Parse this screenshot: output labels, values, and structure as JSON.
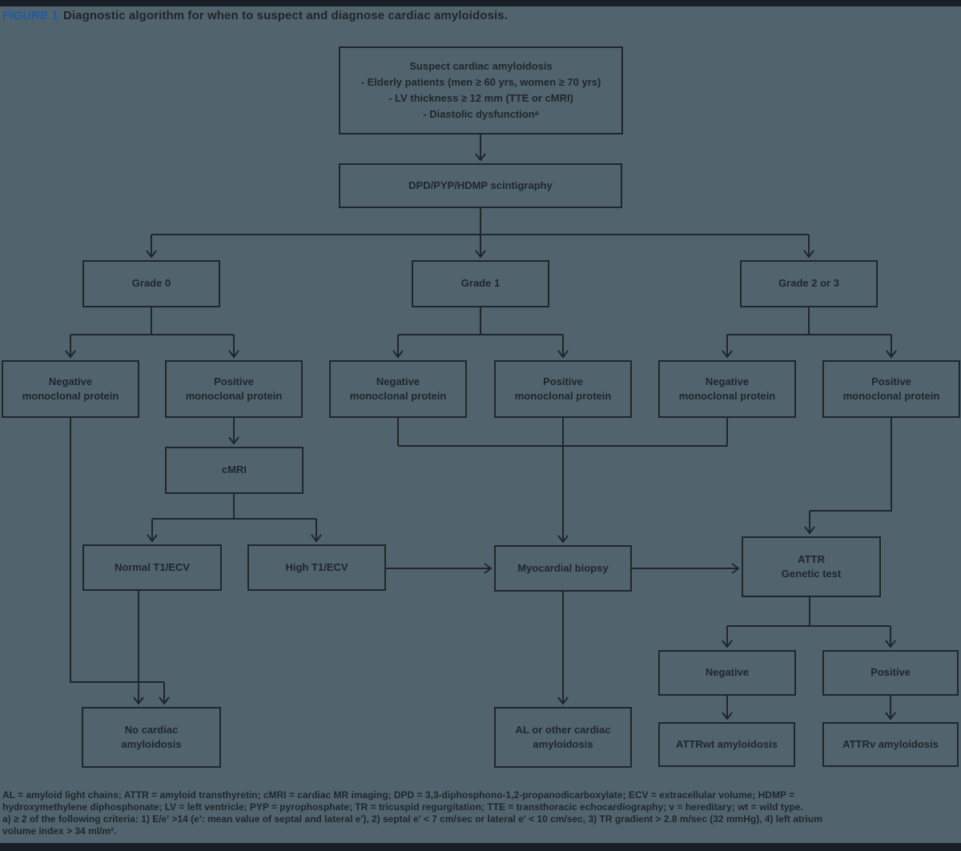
{
  "header": {
    "figure_label": "FIGURE 1",
    "title": "Diagnostic algorithm for when to suspect and diagnose cardiac amyloidosis."
  },
  "colors": {
    "background": "#51646D",
    "ink": "#20262B",
    "figure_label_blue": "#1D5CA7",
    "bar": "#191F26"
  },
  "nodes": {
    "suspect": {
      "title": "Suspect cardiac amyloidosis",
      "bullet1": "- Elderly patients (men ≥ 60 yrs, women ≥ 70 yrs)",
      "bullet2": "- LV thickness ≥ 12 mm (TTE or cMRI)",
      "bullet3": "- Diastolic dysfunctionᵃ"
    },
    "scintigraphy": {
      "text": "DPD/PYP/HDMP scintigraphy"
    },
    "grade0": {
      "text": "Grade 0"
    },
    "grade1": {
      "text": "Grade 1"
    },
    "grade2_3": {
      "text": "Grade 2 or 3"
    },
    "neg_mono_grade0": {
      "line1": "Negative",
      "line2": "monoclonal protein"
    },
    "pos_mono_grade0": {
      "line1": "Positive",
      "line2": "monoclonal protein"
    },
    "neg_mono_grade1": {
      "line1": "Negative",
      "line2": "monoclonal protein"
    },
    "pos_mono_grade1": {
      "line1": "Positive",
      "line2": "monoclonal protein"
    },
    "neg_mono_grade2_3": {
      "line1": "Negative",
      "line2": "monoclonal protein"
    },
    "pos_mono_grade2_3": {
      "line1": "Positive",
      "line2": "monoclonal protein"
    },
    "cmri": {
      "text": "cMRI"
    },
    "normal_t1_ecv": {
      "text": "Normal T1/ECV"
    },
    "high_t1_ecv": {
      "text": "High T1/ECV"
    },
    "myocardial_biopsy": {
      "text": "Myocardial biopsy"
    },
    "attr_genetic_test": {
      "line1": "ATTR",
      "line2": "Genetic test"
    },
    "genetic_negative": {
      "text": "Negative"
    },
    "genetic_positive": {
      "text": "Positive"
    },
    "no_cardiac_amyloidosis": {
      "line1": "No cardiac",
      "line2": "amyloidosis"
    },
    "al_or_other": {
      "line1": "AL or other cardiac",
      "line2": "amyloidosis"
    },
    "attrwt": {
      "text": "ATTRwt amyloidosis"
    },
    "attrv": {
      "text": "ATTRv amyloidosis"
    }
  },
  "footnote": {
    "lines": [
      "AL = amyloid light chains; ATTR = amyloid transthyretin; cMRI = cardiac MR imaging; DPD = 3,3-diphosphono-1,2-propanodicarboxylate; ECV = extracellular volume; HDMP =",
      "hydroxymethylene diphosphonate; LV = left ventricle; PYP = pyrophosphate; TR = tricuspid regurgitation; TTE = transthoracic echocardiography; v = hereditary; wt = wild type.",
      "a) ≥ 2 of the following criteria: 1) E/e' >14 (e': mean value of septal and lateral e'), 2) septal e' < 7 cm/sec or lateral e' < 10 cm/sec, 3) TR gradient > 2.8 m/sec (32 mmHg), 4) left atrium",
      "volume index > 34 ml/m²."
    ]
  }
}
